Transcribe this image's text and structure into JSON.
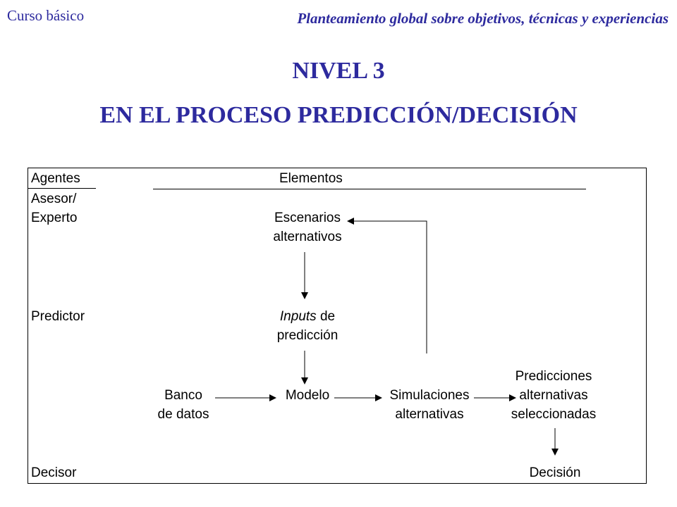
{
  "header": {
    "course": "Curso básico",
    "subtitle": "Planteamiento global sobre objetivos, técnicas y experiencias"
  },
  "title": {
    "line1": "NIVEL 3",
    "line2": "EN EL PROCESO PREDICCIÓN/DECISIÓN"
  },
  "diagram": {
    "agents_header": "Agentes",
    "elements_header": "Elementos",
    "agents": {
      "advisor_line1": "Asesor/",
      "advisor_line2": "Experto",
      "predictor": "Predictor",
      "decider": "Decisor"
    },
    "nodes": {
      "scenarios_line1": "Escenarios",
      "scenarios_line2": "alternativos",
      "inputs_italic": "Inputs",
      "inputs_rest": " de",
      "inputs_line2": "predicción",
      "databank_line1": "Banco",
      "databank_line2": "de datos",
      "model": "Modelo",
      "simulations_line1": "Simulaciones",
      "simulations_line2": "alternativas",
      "predictions_line1": "Predicciones",
      "predictions_line2": "alternativas",
      "predictions_line3": "seleccionadas",
      "decision": "Decisión"
    }
  }
}
